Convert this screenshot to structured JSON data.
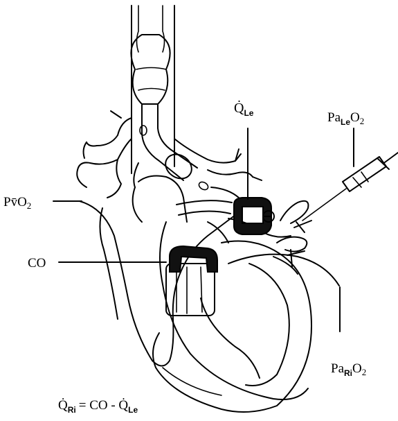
{
  "labels": {
    "pvo2": {
      "main": "Pv̄O",
      "sub": "2"
    },
    "co": {
      "main": "CO"
    },
    "q_le": {
      "main": "Q̇",
      "sub": "Le"
    },
    "pa_le_o2": {
      "main": "Pa",
      "sub": "Le",
      "main2": "O",
      "sub2": "2"
    },
    "pa_ri_o2": {
      "main": "Pa",
      "sub": "Ri",
      "main2": "O",
      "sub2": "2"
    },
    "equation": {
      "lhs": "Q̇",
      "lhs_sub": "Ri",
      "rhs": "= CO - Q̇",
      "rhs_sub": "Le"
    }
  }
}
